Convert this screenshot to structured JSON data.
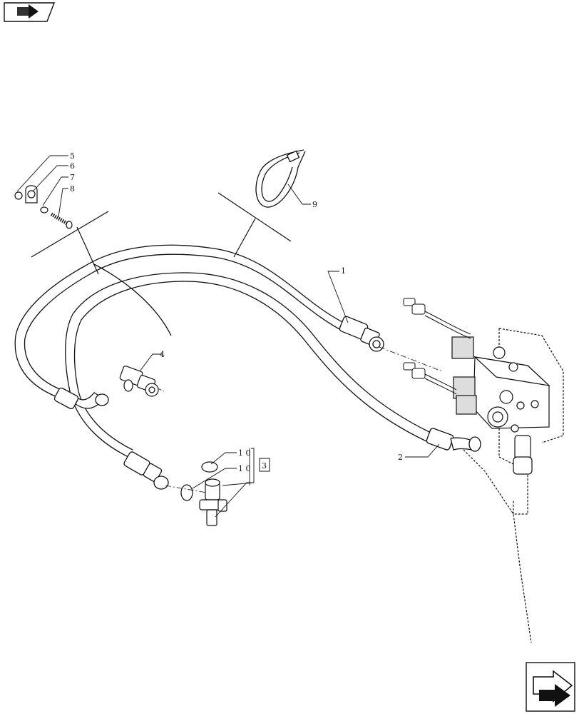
{
  "callouts": {
    "c1": "1",
    "c2": "2",
    "c3": "3",
    "c4": "4",
    "c5": "5",
    "c6": "6",
    "c7": "7",
    "c8": "8",
    "c9": "9",
    "c10a": "1 0",
    "c10b": "1 0"
  },
  "icons": {
    "prev": "previous-page-arrow-icon",
    "next": "next-page-arrow-icon"
  },
  "colors": {
    "line": "#111111",
    "fill": "#ffffff",
    "hatch": "#555555"
  }
}
